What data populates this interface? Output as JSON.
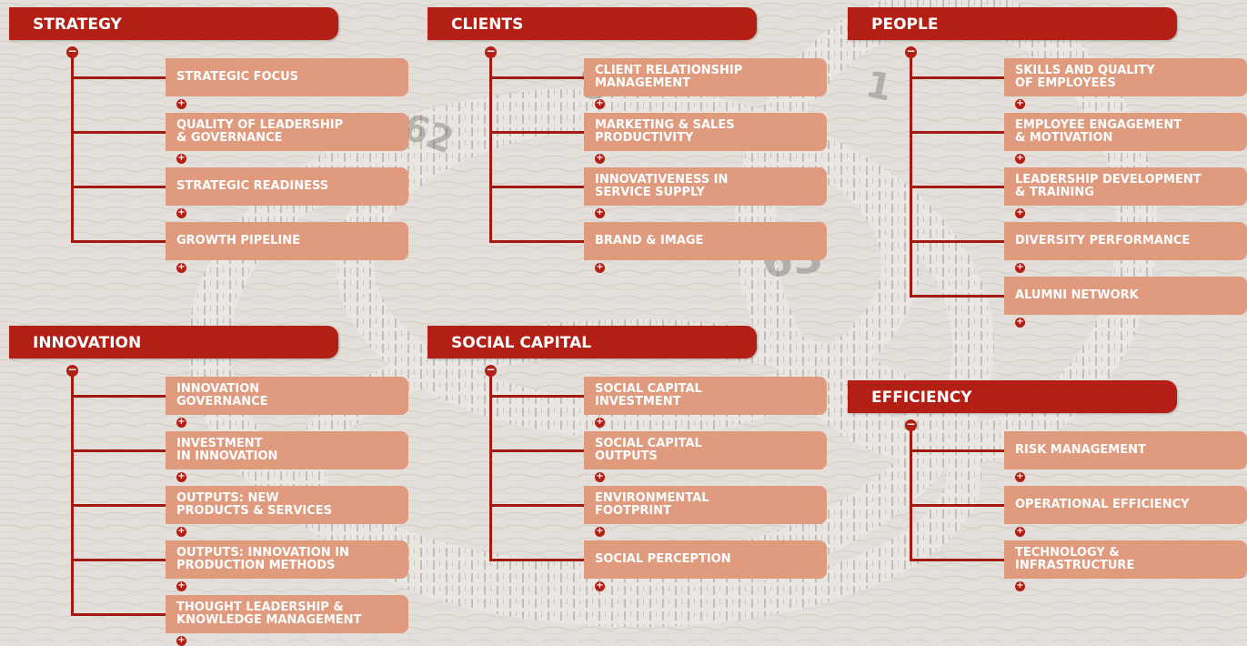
{
  "colors": {
    "header": "#b31f14",
    "item": "#e09b7e",
    "connector": "#a11b12"
  },
  "icons": {
    "collapse": "circle-minus-icon",
    "expand": "circle-plus-icon",
    "collapse_glyph": "−",
    "expand_glyph": "+"
  },
  "groups": [
    {
      "title": "STRATEGY",
      "items": [
        "STRATEGIC FOCUS",
        "QUALITY OF LEADERSHIP\n& GOVERNANCE",
        "STRATEGIC READINESS",
        "GROWTH PIPELINE"
      ]
    },
    {
      "title": "CLIENTS",
      "items": [
        "CLIENT RELATIONSHIP\nMANAGEMENT",
        "MARKETING & SALES\nPRODUCTIVITY",
        "INNOVATIVENESS IN\nSERVICE SUPPLY",
        "BRAND & IMAGE"
      ]
    },
    {
      "title": "PEOPLE",
      "items": [
        "SKILLS AND QUALITY\nOF EMPLOYEES",
        "EMPLOYEE ENGAGEMENT\n& MOTIVATION",
        "LEADERSHIP DEVELOPMENT\n& TRAINING",
        "DIVERSITY PERFORMANCE",
        "ALUMNI NETWORK"
      ]
    },
    {
      "title": "INNOVATION",
      "items": [
        "INNOVATION\nGOVERNANCE",
        "INVESTMENT\nIN INNOVATION",
        "OUTPUTS: NEW\nPRODUCTS & SERVICES",
        "OUTPUTS: INNOVATION IN\nPRODUCTION METHODS",
        "THOUGHT LEADERSHIP &\nKNOWLEDGE MANAGEMENT"
      ]
    },
    {
      "title": "SOCIAL CAPITAL",
      "items": [
        "SOCIAL CAPITAL\nINVESTMENT",
        "SOCIAL CAPITAL\nOUTPUTS",
        "ENVIRONMENTAL\nFOOTPRINT",
        "SOCIAL PERCEPTION"
      ]
    },
    {
      "title": "EFFICIENCY",
      "items": [
        "RISK MANAGEMENT",
        "OPERATIONAL EFFICIENCY",
        "TECHNOLOGY &\nINFRASTRUCTURE"
      ]
    }
  ]
}
